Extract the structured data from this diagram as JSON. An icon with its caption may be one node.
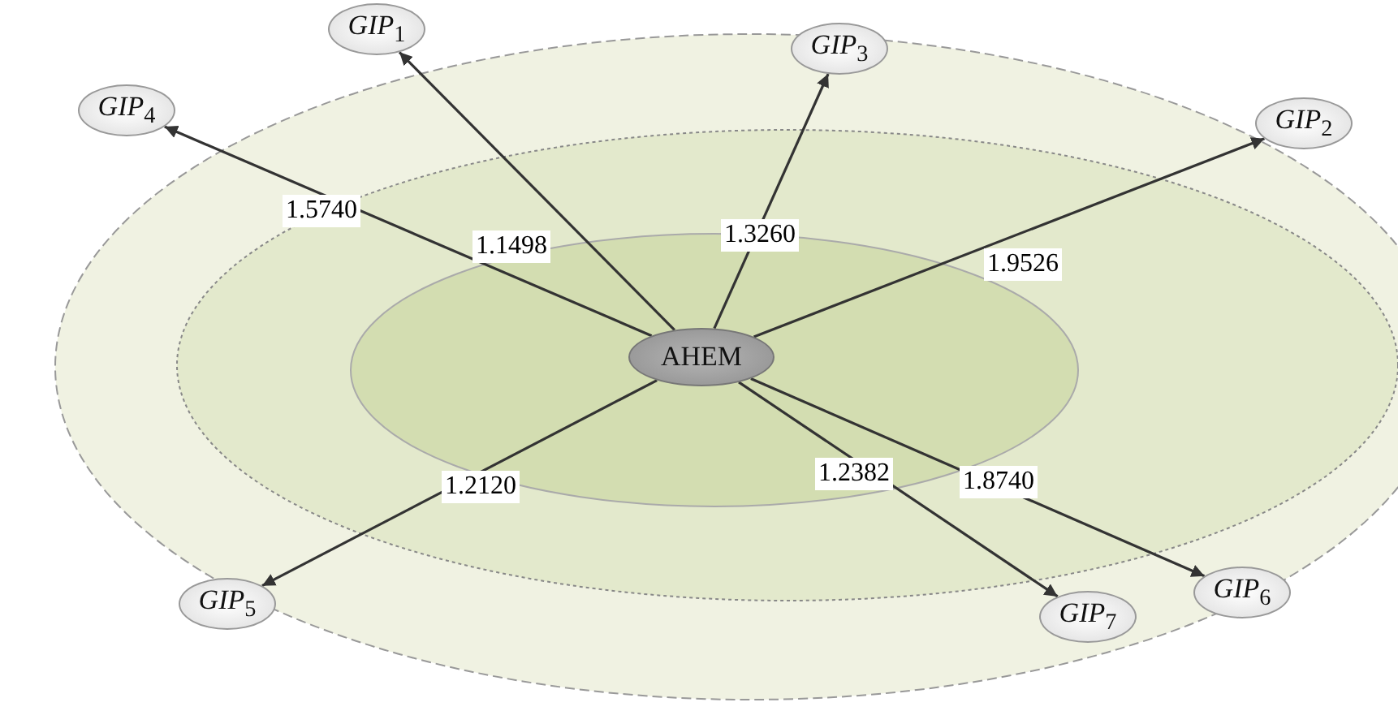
{
  "diagram": {
    "nodes": [
      {
        "text": [
          "AHEM"
        ]
      },
      {
        "text": [
          "*GIP*$_{1}$"
        ]
      },
      {
        "text": [
          "*GIP*$_{3}$"
        ]
      },
      {
        "text": [
          "*GIP*$_{4}$"
        ]
      },
      {
        "text": [
          "*GIP*$_{2}$"
        ]
      },
      {
        "text": [
          "*GIP*$_{6}$"
        ]
      },
      {
        "text": [
          "*GIP*$_{5}$"
        ]
      },
      {
        "text": [
          "*GIP*$_{7}$"
        ]
      }
    ],
    "edges": [
      {
        "from": 0,
        "to": 1,
        "arrow": "to",
        "label": "1.1498"
      },
      {
        "from": 0,
        "to": 4,
        "arrow": "to",
        "label": "1.9526"
      },
      {
        "from": 0,
        "to": 2,
        "arrow": "to",
        "label": "1.3260"
      },
      {
        "from": 0,
        "to": 3,
        "arrow": "to",
        "label": "1.5740"
      },
      {
        "from": 0,
        "to": 6,
        "arrow": "to",
        "label": "1.2120"
      },
      {
        "from": 0,
        "to": 5,
        "arrow": "to",
        "label": "1.8740"
      },
      {
        "from": 0,
        "to": 7,
        "arrow": "to",
        "label": "1.2382"
      }
    ]
  }
}
